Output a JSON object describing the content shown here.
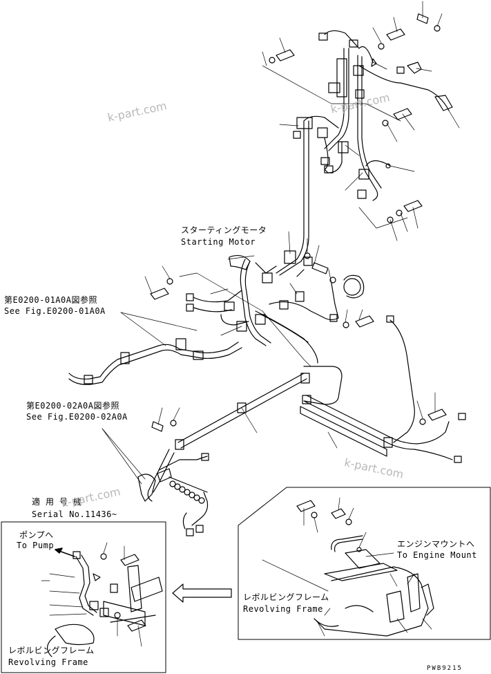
{
  "labels": {
    "starting_motor_ja": "スターティングモータ",
    "starting_motor_en": "Starting Motor",
    "ref1_ja": "第E0200-01A0A図参照",
    "ref1_en": "See Fig.E0200-01A0A",
    "ref2_ja": "第E0200-02A0A図参照",
    "ref2_en": "See Fig.E0200-02A0A",
    "serial_ja": "適用号機",
    "serial_en": "Serial No.11436~",
    "pump_ja": "ポンプへ",
    "pump_en": "To Pump",
    "engine_mount_ja": "エンジンマウントへ",
    "engine_mount_en": "To Engine Mount",
    "frame_right_ja": "レボルビングフレーム",
    "frame_right_en": "Revolving Frame",
    "frame_left_ja": "レボルビングフレーム",
    "frame_left_en": "Revolving Frame"
  },
  "watermarks": [
    "k-part.com",
    "k-part.com",
    "k-part.com",
    "k-part.com"
  ],
  "drawing_code": "PWB9215"
}
